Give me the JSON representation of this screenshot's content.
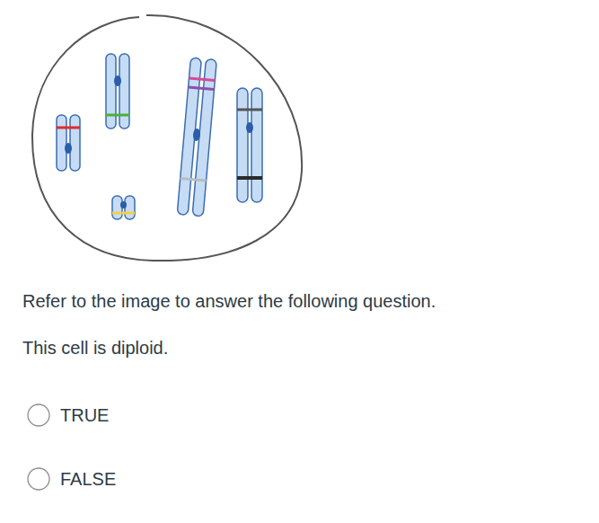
{
  "diagram": {
    "labels": [
      "Refer to the image to answer the following question.",
      "This cell is diploid.",
      "TRUE",
      "FALSE"
    ]
  }
}
